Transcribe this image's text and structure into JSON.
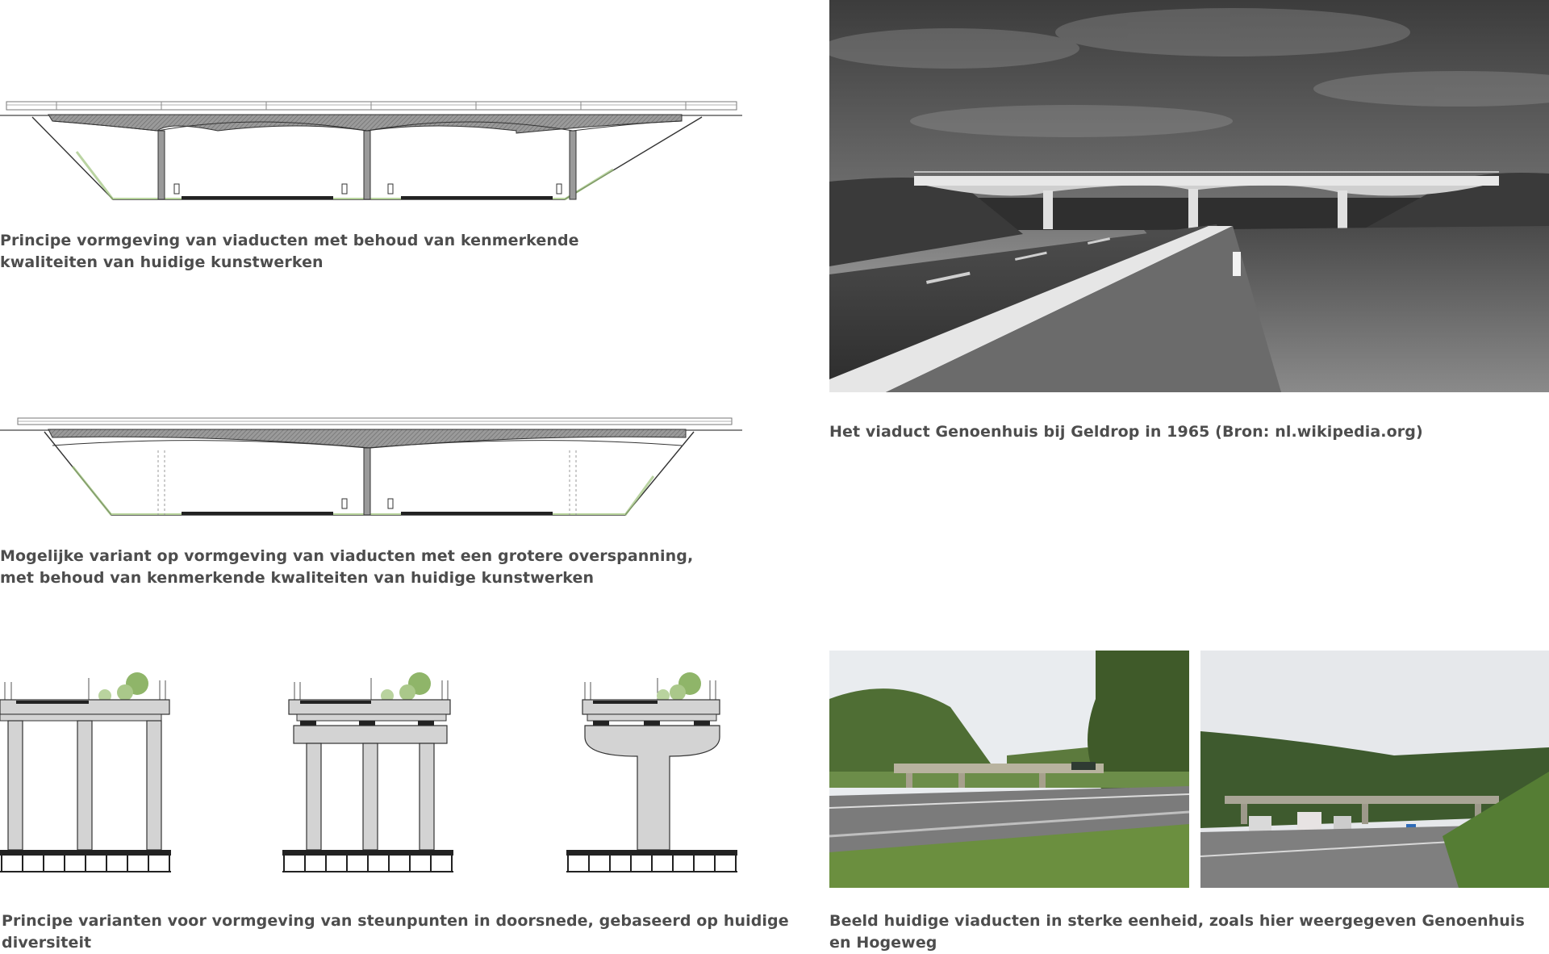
{
  "captions": {
    "bridge_principle": {
      "line1": "Principe vormgeving van viaducten met behoud van kenmerkende",
      "line2": "kwaliteiten van huidige kunstwerken"
    },
    "bridge_variant": {
      "line1": "Mogelijke variant op vormgeving van viaducten met een grotere overspanning,",
      "line2": "met behoud van kenmerkende kwaliteiten van huidige kunstwerken"
    },
    "historic_photo": "Het viaduct Genoenhuis bij Geldrop in 1965 (Bron: nl.wikipedia.org)",
    "support_variants": "Principe varianten voor vormgeving van steunpunten in doorsnede, gebaseerd op huidige diversiteit",
    "current_photos": "Beeld huidige viaducten in sterke eenheid, zoals hier weergegeven Genoenhuis en Hogeweg"
  },
  "colors": {
    "deck_hatch": "#8a8a8a",
    "pillar_fill": "#d3d3d3",
    "outline": "#3a3a3a",
    "grass": "#9cc27a",
    "sky_gray": "#7c7c7c"
  }
}
